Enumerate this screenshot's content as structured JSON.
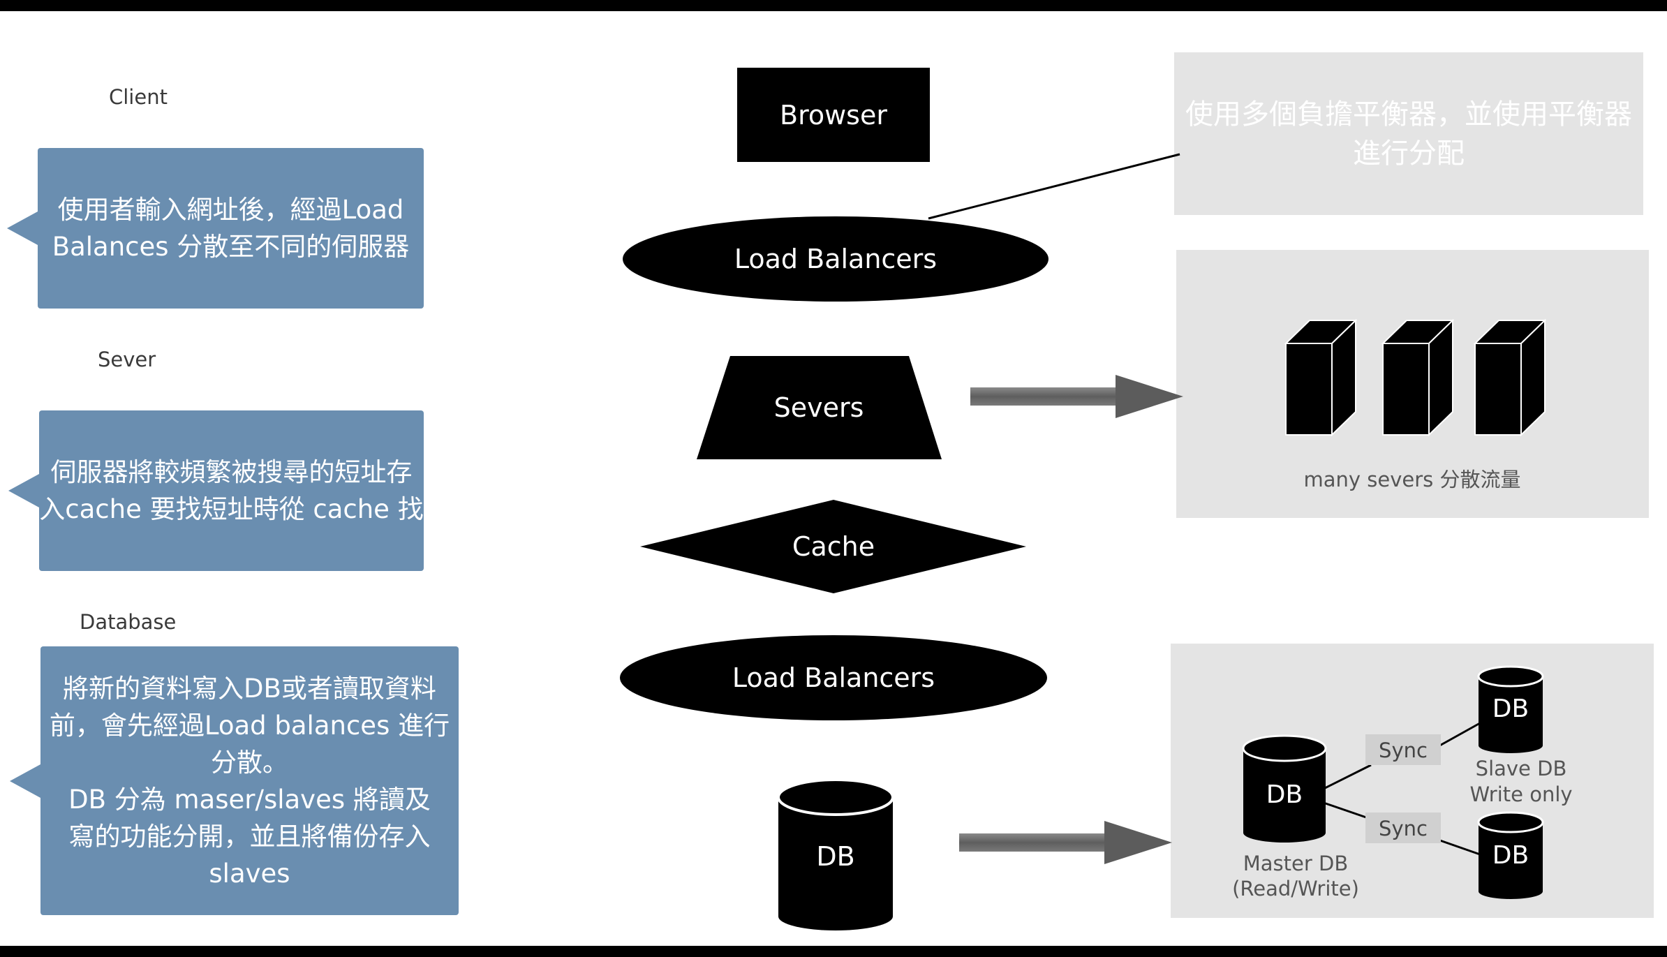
{
  "labels": {
    "client": "Client",
    "sever": "Sever",
    "database": "Database"
  },
  "callouts": {
    "client": [
      "使用者輸入網址後，經過Load",
      "Balances 分散至不同的伺服器"
    ],
    "sever": [
      "伺服器將較頻繁被搜尋的短址存",
      "入cache 要找短址時從 cache 找"
    ],
    "database": [
      "將新的資料寫入DB或者讀取資料",
      "前，會先經過Load balances 進行",
      "分散。",
      "DB 分為 maser/slaves 將讀及",
      "寫的功能分開，並且將備份存入",
      "slaves"
    ]
  },
  "flow": {
    "browser": "Browser",
    "load_balancers_top": "Load Balancers",
    "severs": "Severs",
    "cache": "Cache",
    "load_balancers_bottom": "Load Balancers",
    "db": "DB"
  },
  "panels": {
    "lb_note": [
      "使用多個負擔平衡器，並使用平衡器",
      "進行分配"
    ],
    "servers_caption": "many severs 分散流量",
    "db": {
      "master_label": "DB",
      "master_caption": [
        "Master DB",
        "(Read/Write)"
      ],
      "slave_top_label": "DB",
      "slave_bottom_label": "DB",
      "slave_caption": [
        "Slave DB",
        "Write only"
      ],
      "sync_top": "Sync",
      "sync_bottom": "Sync"
    }
  },
  "colors": {
    "callout_bg": "#6a8eb0",
    "panel_bg": "#e4e4e4",
    "shape_fill": "#000000",
    "arrow": "#6b6b6b"
  }
}
